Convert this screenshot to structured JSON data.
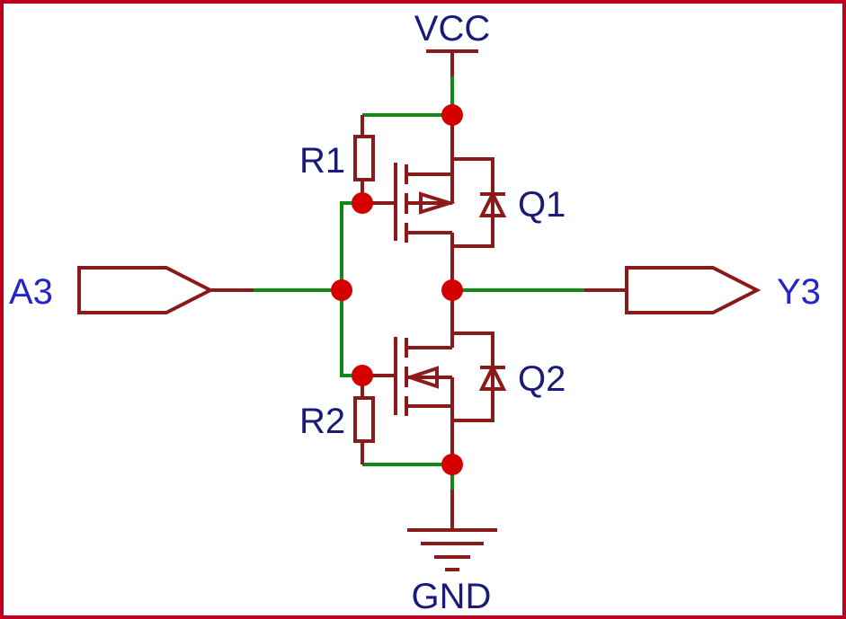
{
  "labels": {
    "vcc": "VCC",
    "gnd": "GND",
    "input": "A3",
    "output": "Y3",
    "r1": "R1",
    "r2": "R2",
    "q1": "Q1",
    "q2": "Q2"
  },
  "colors": {
    "frame": "#c0001e",
    "wire": "#0f8a17",
    "component": "#8b1a1a",
    "junction": "#d40000",
    "reference_text": "#1a1a7a",
    "port_text": "#2424c8"
  },
  "icons": {
    "power": "vcc-power-symbol",
    "ground": "ground-symbol",
    "transistor": "mosfet-symbol",
    "resistor": "resistor-symbol",
    "diode": "body-diode-symbol",
    "port": "port-arrow-symbol"
  }
}
